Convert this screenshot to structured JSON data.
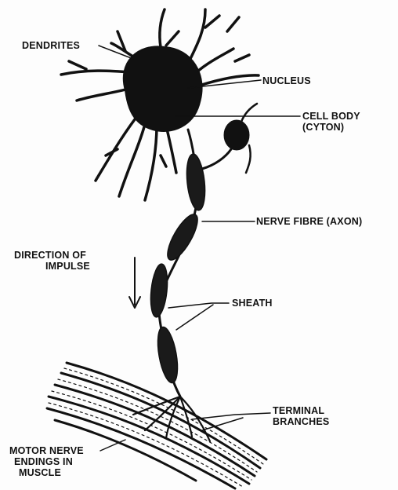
{
  "labels": {
    "dendrites": "DENDRITES",
    "nucleus": "NUCLEUS",
    "cell_body": [
      "CELL BODY",
      "(CYTON)"
    ],
    "nerve_fibre": "NERVE FIBRE (AXON)",
    "direction": [
      "DIRECTION OF",
      "IMPULSE"
    ],
    "sheath": "SHEATH",
    "terminal_branches": [
      "TERMINAL",
      "BRANCHES"
    ],
    "motor_endings": [
      "MOTOR NERVE",
      "ENDINGS IN",
      "MUSCLE"
    ]
  },
  "colors": {
    "ink": "#111111",
    "paper": "#fdfdfd"
  }
}
